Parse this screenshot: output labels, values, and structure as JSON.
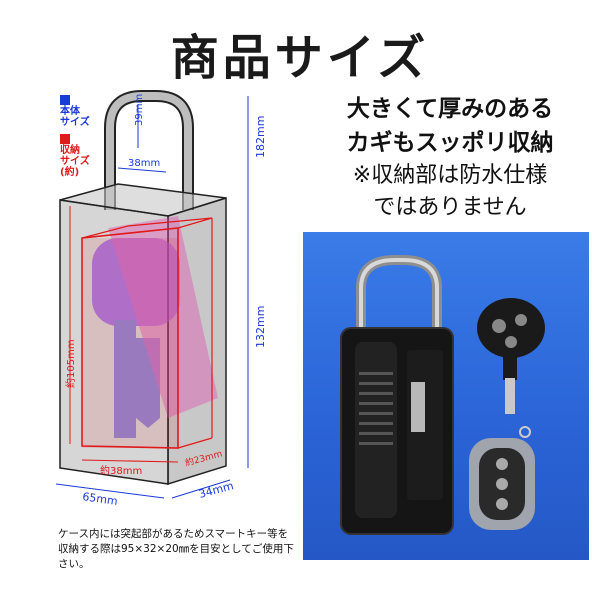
{
  "title": "商品サイズ",
  "legend": {
    "body_size": "本体\nサイズ",
    "storage_size": "収納\nサイズ\n(約)",
    "colors": {
      "body": "#1a3ad6",
      "storage": "#e01a1a"
    }
  },
  "dimensions": {
    "shackle_height": "39mm",
    "shackle_width": "38mm",
    "total_height": "182mm",
    "body_height": "132mm",
    "width": "65mm",
    "depth": "34mm",
    "inner_height": "約105mm",
    "inner_width": "約38mm",
    "inner_depth": "約23mm"
  },
  "headline": {
    "line1": "大きくて厚みのある",
    "line2": "カギもスッポリ収納",
    "line3": "※収納部は防水仕様",
    "line4": "ではありません"
  },
  "note": "ケース内には突起部があるためスマートキー等を収納する際は95×32×20㎜を目安としてご使用下さい。"
}
